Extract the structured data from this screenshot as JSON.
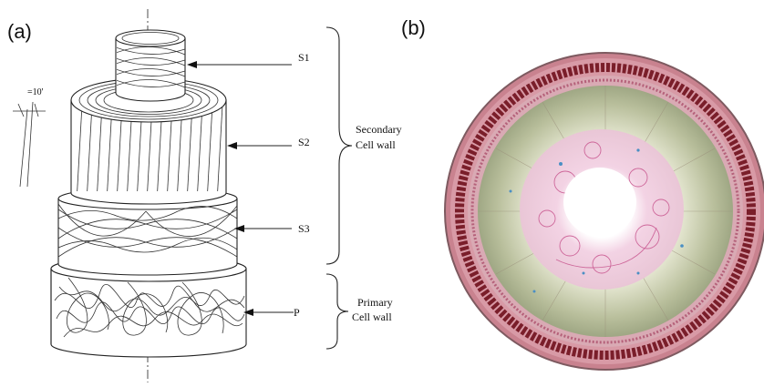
{
  "panels": {
    "a": {
      "label": "(a)"
    },
    "b": {
      "label": "(b)"
    }
  },
  "angle_marker": {
    "text": "=10'"
  },
  "layers": [
    {
      "key": "s1",
      "label": "S1"
    },
    {
      "key": "s2",
      "label": "S2"
    },
    {
      "key": "s3",
      "label": "S3"
    },
    {
      "key": "p",
      "label": "P"
    }
  ],
  "braces": {
    "secondary": {
      "line1": "Secondary",
      "line2": "Cell wall"
    },
    "primary": {
      "line1": "Primary",
      "line2": "Cell wall"
    }
  },
  "colors": {
    "outer_bark": "#c9828f",
    "red_cells": "#7a1e2a",
    "cortex": "#d9aab4",
    "xylem": "#c7ccae",
    "pith": "#f4d6e6",
    "pith_stain": "#c8558e"
  }
}
